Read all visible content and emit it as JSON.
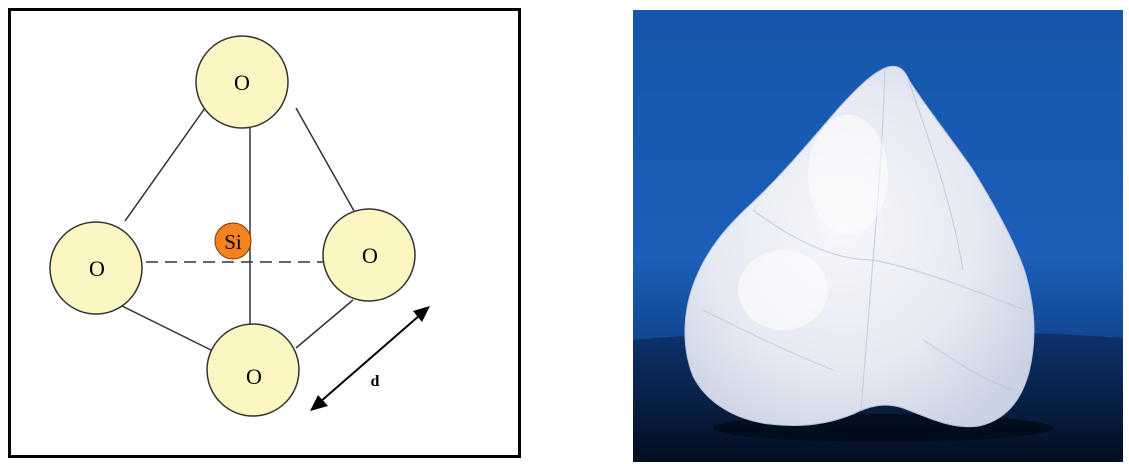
{
  "diagram": {
    "atoms": {
      "top": "O",
      "left": "O",
      "right": "O",
      "bottom": "O",
      "center": "Si"
    },
    "distance_label": "d",
    "colors": {
      "oxygen_fill": "#fbf6c2",
      "silicon_fill": "#f58220",
      "frame": "#000000"
    }
  },
  "photo": {
    "subject": "quartz-mineral-specimen",
    "colors": {
      "background": "#1a5fb4",
      "specimen": "#eef0f6"
    }
  }
}
